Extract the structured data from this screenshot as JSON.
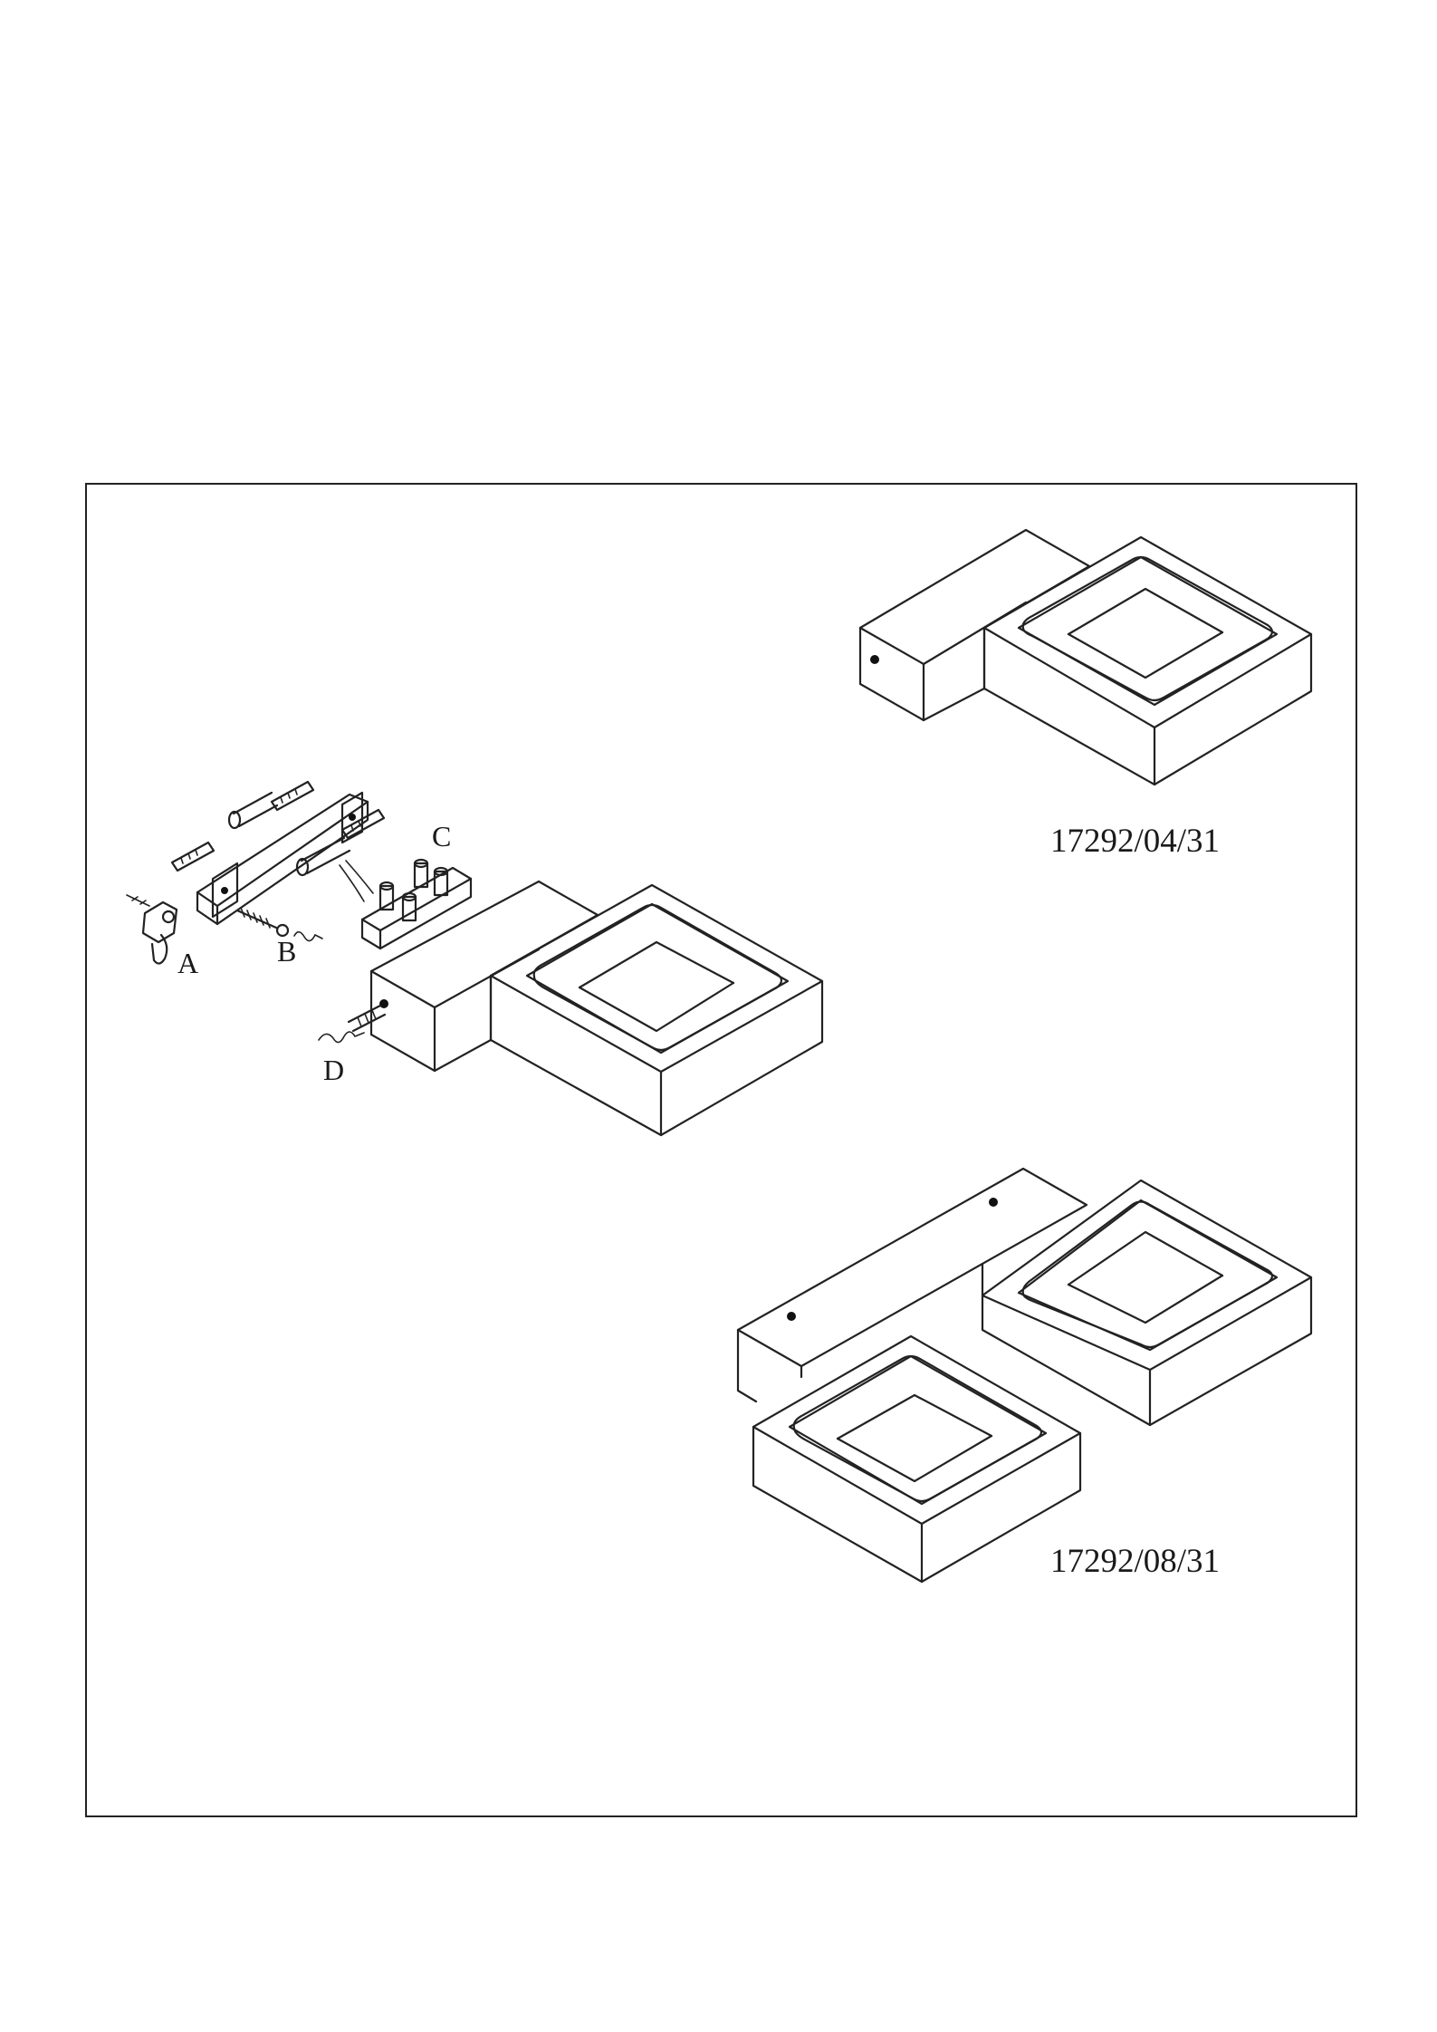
{
  "models": {
    "single": {
      "code": "17292/04/31"
    },
    "double": {
      "code": "17292/08/31"
    }
  },
  "parts": {
    "a": "A",
    "b": "B",
    "c": "C",
    "d": "D"
  }
}
